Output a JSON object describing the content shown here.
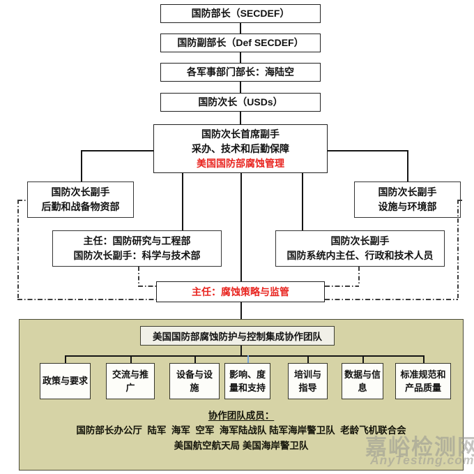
{
  "colors": {
    "panel_khaki": "#d6d3a6",
    "red_text": "#e8241f",
    "blue_connector": "#7aa7d9",
    "watermark_gray": "#96968f"
  },
  "org_chart": {
    "top_chain": [
      "国防部长（SECDEF）",
      "国防副部长（Def SECDEF）",
      "各军事部门部长：海陆空",
      "国防次长（USDs）"
    ],
    "principal": {
      "line1": "国防次长首席副手",
      "line2": "采办、技术和后勤保障",
      "line3_red": "美国国防部腐蚀管理"
    },
    "deputy_logistics": {
      "line1": "国防次长副手",
      "line2": "后勤和战备物资部"
    },
    "deputy_facilities": {
      "line1": "国防次长副手",
      "line2": "设施与环境部"
    },
    "director_research": {
      "line1": "主任：国防研究与工程部",
      "line2": "国防次长副手：科学与技术部"
    },
    "deputy_systems": {
      "line1": "国防次长副手",
      "line2": "国防系统内主任、行政和技术人员"
    },
    "corrosion_director": {
      "label": "主任：腐蚀策略与监管"
    }
  },
  "team_panel": {
    "title": "美国国防部腐蚀防护与控制集成协作团队",
    "groups": [
      "政策与要求",
      "交流与推广",
      "设备与设施",
      "影响、度量和支持",
      "培训与指导",
      "数据与信息",
      "标准规范和产品质量"
    ],
    "members_heading": "协作团队成员：",
    "members_line1": "国防部长办公厅  陆军  海军  空军  海军陆战队 陆军海岸警卫队  老龄飞机联合会",
    "members_line2": "美国航空航天局 美国海岸警卫队"
  },
  "watermark": {
    "site_name": "嘉峪检测网",
    "site_url": "AnyTesting.com"
  }
}
